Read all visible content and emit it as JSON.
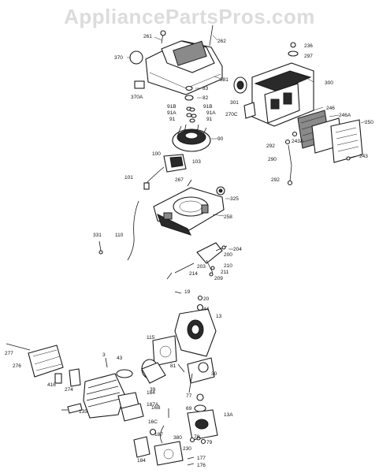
{
  "watermark": "AppliancePartsPros.com",
  "labels": [
    "261",
    "262",
    "370",
    "370A",
    "381",
    "83",
    "82",
    "91B",
    "91A",
    "91",
    "91B",
    "91A",
    "91",
    "90",
    "300",
    "301",
    "270C",
    "236",
    "297",
    "246",
    "246A",
    "250",
    "243A",
    "292",
    "290",
    "292",
    "243",
    "100",
    "103",
    "101",
    "267",
    "325",
    "258",
    "110",
    "331",
    "204",
    "200",
    "203",
    "210",
    "211",
    "209",
    "214",
    "19",
    "20",
    "44",
    "13",
    "115",
    "277",
    "276",
    "416",
    "274",
    "3",
    "43",
    "39",
    "81",
    "30",
    "135",
    "184",
    "187A",
    "77",
    "69",
    "13A",
    "16B",
    "16C",
    "187",
    "380",
    "78",
    "79",
    "184",
    "230",
    "177",
    "176"
  ]
}
